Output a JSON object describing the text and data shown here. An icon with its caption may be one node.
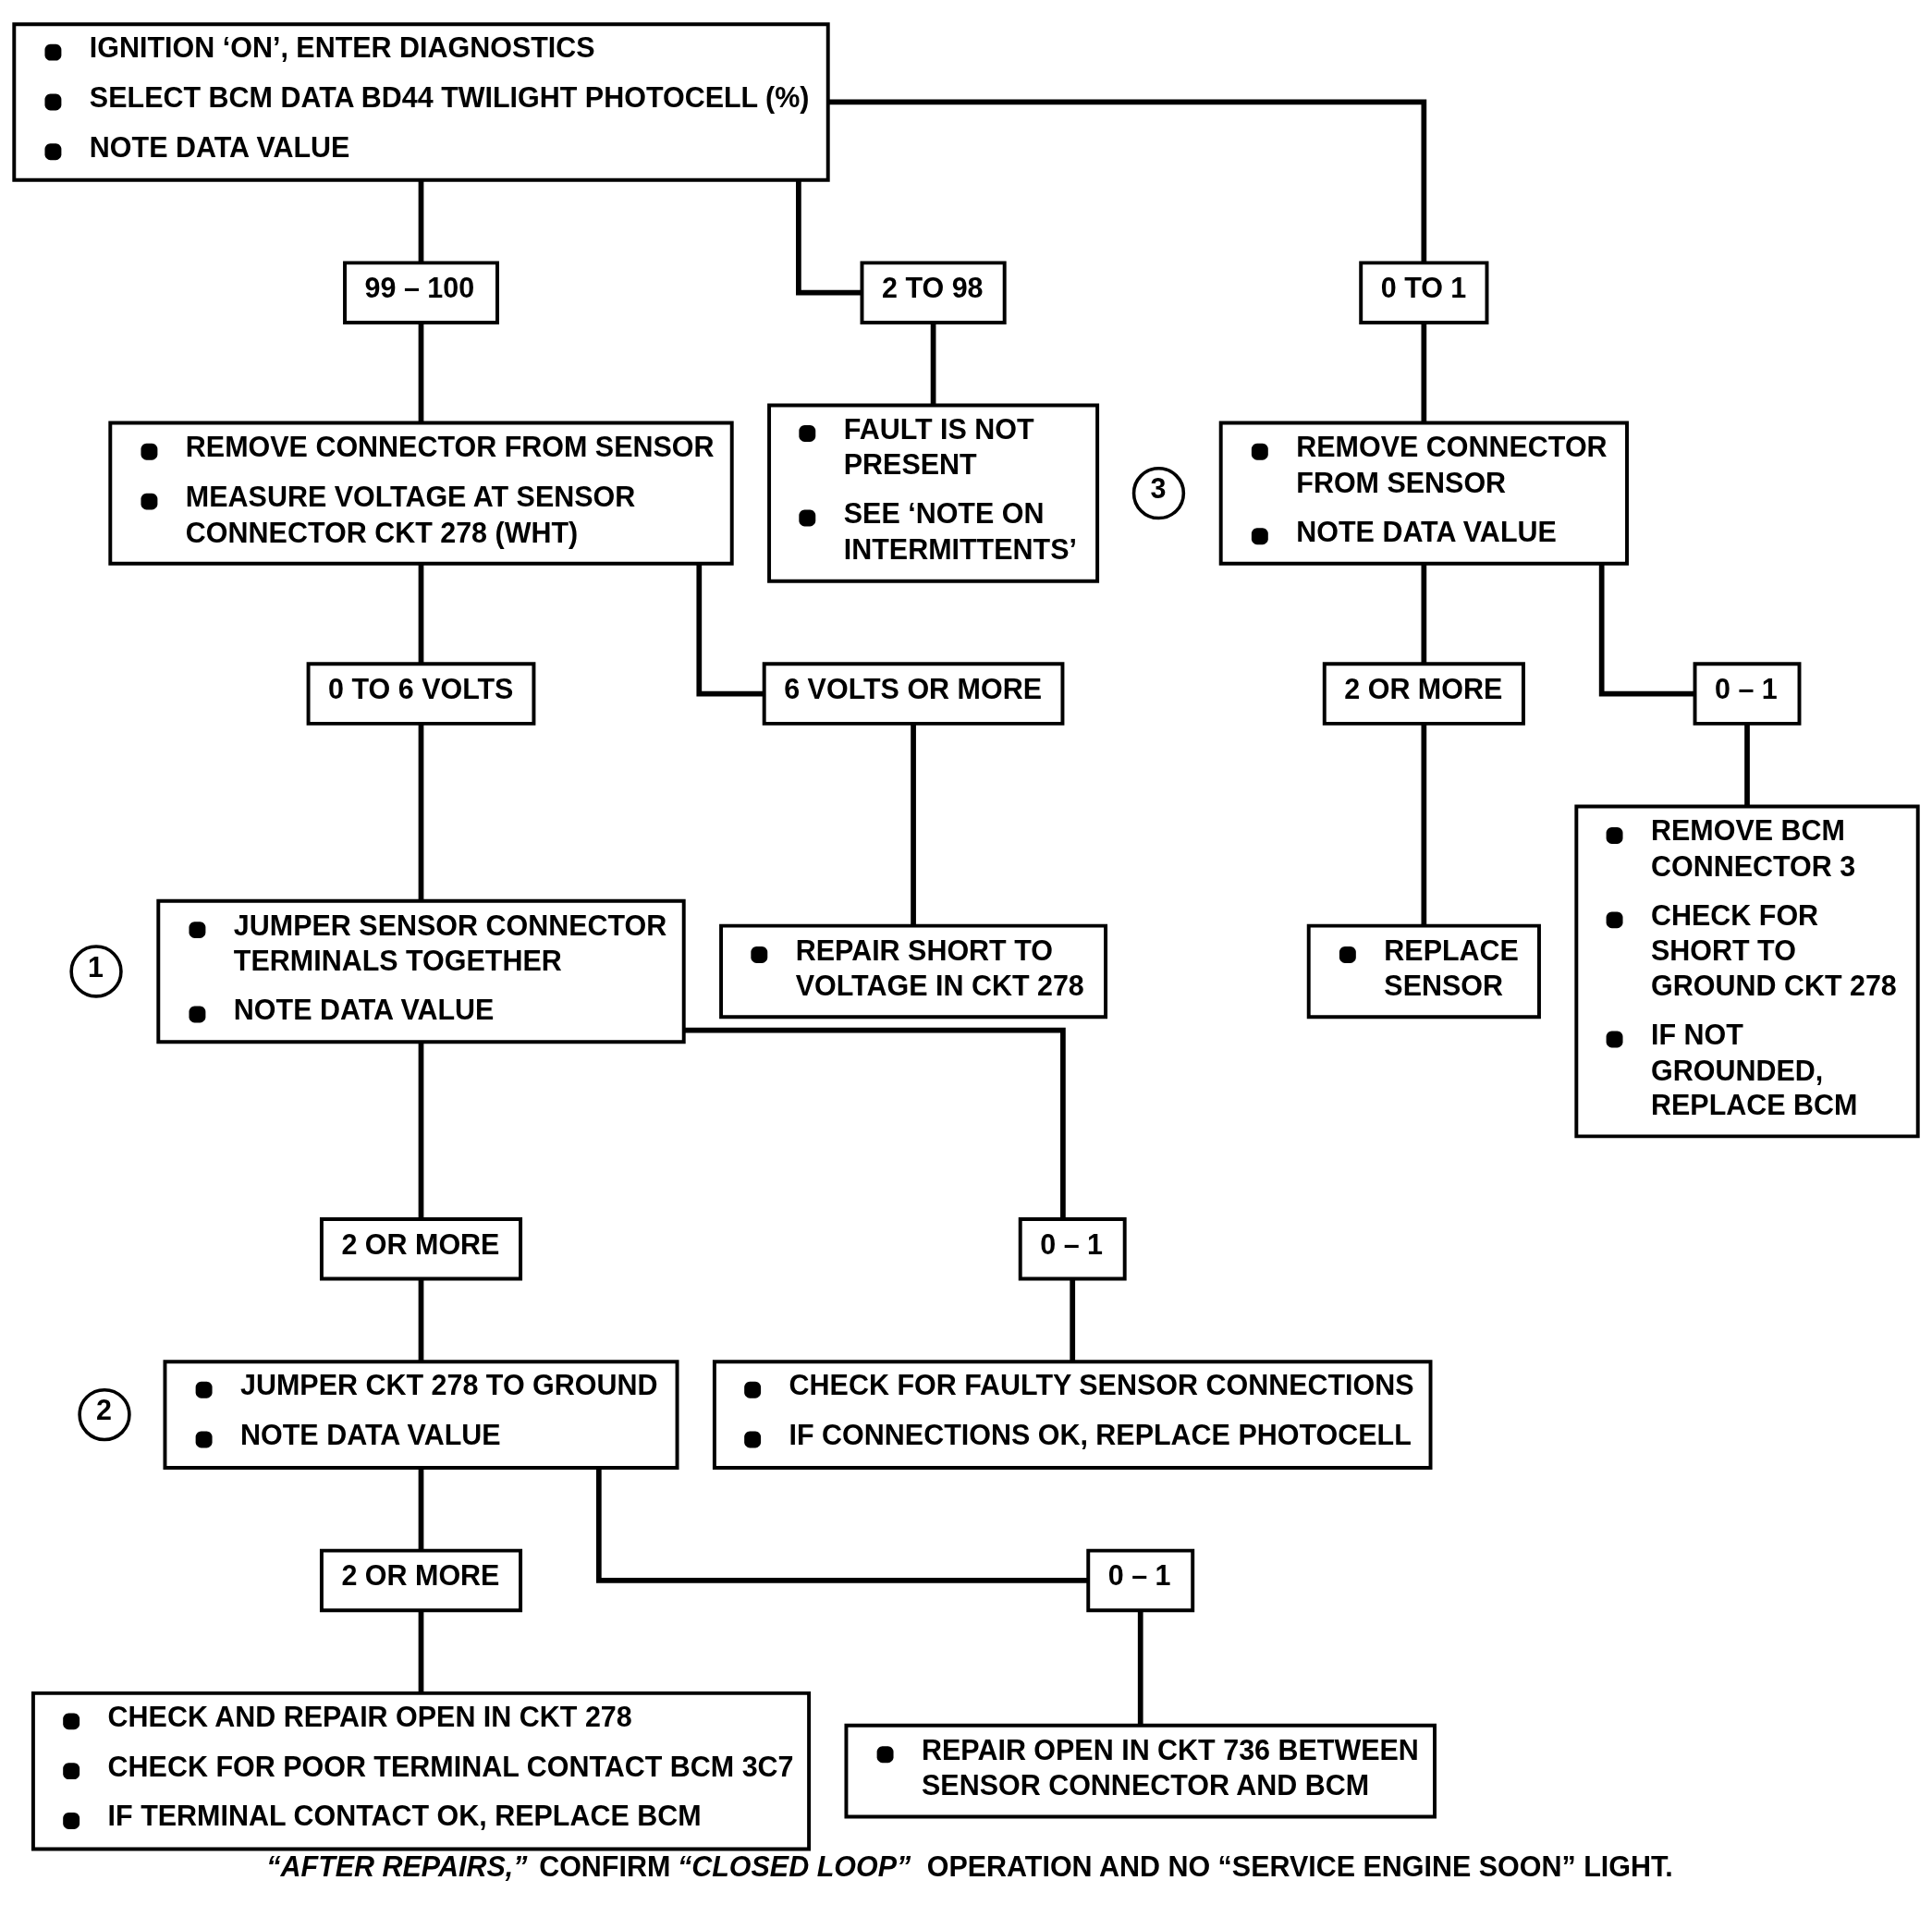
{
  "diagram": {
    "caption": "*“AFTER REPAIRS,”* CONFIRM *“CLOSED LOOP”* OPERATION AND NO “SERVICE ENGINE SOON” LIGHT.",
    "nodes": [
      {
        "text": [
          "IGNITION ‘ON’, ENTER DIAGNOSTICS",
          "SELECT BCM DATA BD44 TWILIGHT PHOTOCELL (%)",
          "NOTE DATA VALUE"
        ]
      },
      {
        "text": [
          "99 – 100"
        ]
      },
      {
        "text": [
          "2 TO 98"
        ]
      },
      {
        "text": [
          "0 TO 1"
        ]
      },
      {
        "text": [
          "REMOVE CONNECTOR FROM SENSOR",
          "MEASURE VOLTAGE AT SENSOR CONNECTOR CKT 278 (WHT)"
        ]
      },
      {
        "text": [
          "FAULT IS NOT PRESENT",
          "SEE ‘NOTE ON INTERMITTENTS’"
        ]
      },
      {
        "text": [
          "REMOVE CONNECTOR FROM SENSOR",
          "NOTE DATA VALUE"
        ],
        "beside": [
          "3"
        ]
      },
      {
        "text": [
          "0 TO 6 VOLTS"
        ]
      },
      {
        "text": [
          "6 VOLTS OR MORE"
        ]
      },
      {
        "text": [
          "2 OR MORE"
        ]
      },
      {
        "text": [
          "0 – 1"
        ]
      },
      {
        "text": [
          "JUMPER SENSOR CONNECTOR TERMINALS TOGETHER",
          "NOTE DATA VALUE"
        ],
        "beside": [
          "1"
        ]
      },
      {
        "text": [
          "REPAIR SHORT TO VOLTAGE IN CKT 278"
        ]
      },
      {
        "text": [
          "REPLACE SENSOR"
        ]
      },
      {
        "text": [
          "REMOVE BCM CONNECTOR 3",
          "CHECK FOR SHORT TO GROUND CKT 278",
          "IF NOT GROUNDED, REPLACE BCM"
        ]
      },
      {
        "text": [
          "2 OR MORE"
        ]
      },
      {
        "text": [
          "0 – 1"
        ]
      },
      {
        "text": [
          "JUMPER CKT 278 TO GROUND",
          "NOTE DATA VALUE"
        ],
        "beside": [
          "2"
        ]
      },
      {
        "text": [
          "CHECK FOR FAULTY SENSOR CONNECTIONS",
          "IF CONNECTIONS OK, REPLACE PHOTOCELL"
        ]
      },
      {
        "text": [
          "2 OR MORE"
        ]
      },
      {
        "text": [
          "0 – 1"
        ]
      },
      {
        "text": [
          "CHECK AND REPAIR OPEN IN CKT 278",
          "CHECK FOR POOR TERMINAL CONTACT BCM 3C7",
          "IF TERMINAL CONTACT OK, REPLACE BCM"
        ]
      },
      {
        "text": [
          "REPAIR OPEN IN CKT 736 BETWEEN SENSOR CONNECTOR AND BCM"
        ]
      }
    ],
    "edges": [
      {
        "from": 0,
        "to": 1,
        "arrow": "none"
      },
      {
        "from": 0,
        "to": 2,
        "arrow": "none"
      },
      {
        "from": 0,
        "to": 3,
        "arrow": "none"
      },
      {
        "from": 1,
        "to": 4,
        "arrow": "none"
      },
      {
        "from": 2,
        "to": 5,
        "arrow": "none"
      },
      {
        "from": 3,
        "to": 6,
        "arrow": "none"
      },
      {
        "from": 4,
        "to": 7,
        "arrow": "none"
      },
      {
        "from": 4,
        "to": 8,
        "arrow": "none"
      },
      {
        "from": 6,
        "to": 9,
        "arrow": "none"
      },
      {
        "from": 6,
        "to": 10,
        "arrow": "none"
      },
      {
        "from": 7,
        "to": 11,
        "arrow": "none"
      },
      {
        "from": 8,
        "to": 12,
        "arrow": "none"
      },
      {
        "from": 9,
        "to": 13,
        "arrow": "none"
      },
      {
        "from": 10,
        "to": 14,
        "arrow": "none"
      },
      {
        "from": 11,
        "to": 15,
        "arrow": "none"
      },
      {
        "from": 11,
        "to": 16,
        "arrow": "none"
      },
      {
        "from": 15,
        "to": 17,
        "arrow": "none"
      },
      {
        "from": 16,
        "to": 18,
        "arrow": "none"
      },
      {
        "from": 17,
        "to": 19,
        "arrow": "none"
      },
      {
        "from": 17,
        "to": 20,
        "arrow": "none"
      },
      {
        "from": 19,
        "to": 21,
        "arrow": "none"
      },
      {
        "from": 20,
        "to": 22,
        "arrow": "none"
      }
    ]
  }
}
